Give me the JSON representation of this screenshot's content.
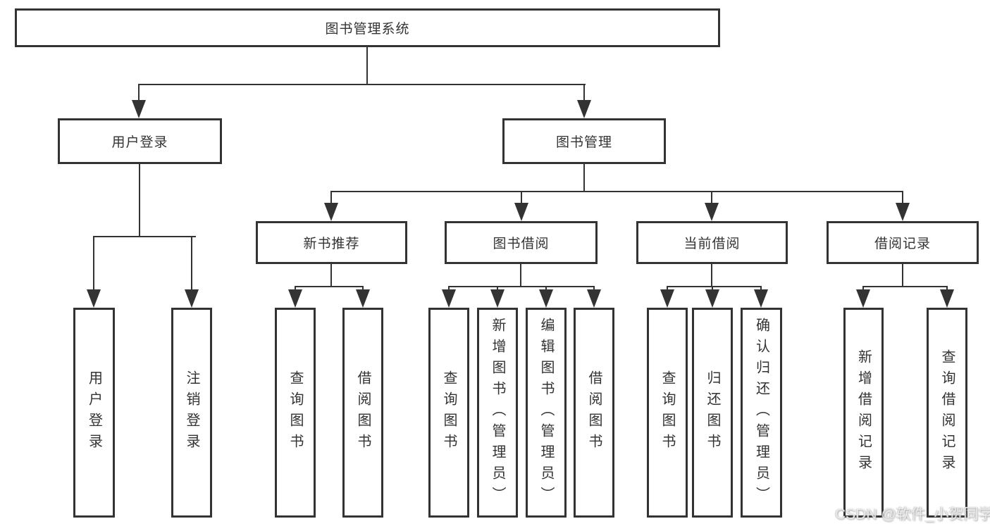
{
  "diagram": {
    "root_label": "图书管理系统",
    "user_login": {
      "label": "用户登录",
      "children": [
        "用户登录",
        "注销登录"
      ]
    },
    "book_mgmt": {
      "label": "图书管理",
      "groups": [
        {
          "label": "新书推荐",
          "children": [
            "查询图书",
            "借阅图书"
          ]
        },
        {
          "label": "图书借阅",
          "children": [
            "查询图书",
            "新增图书（管理员）",
            "编辑图书（管理员）",
            "借阅图书"
          ]
        },
        {
          "label": "当前借阅",
          "children": [
            "查询图书",
            "归还图书",
            "确认归还（管理员）"
          ]
        },
        {
          "label": "借阅记录",
          "children": [
            "新增借阅记录",
            "查询借阅记录"
          ]
        }
      ]
    },
    "watermark": "CSDN @软件_小贺同学",
    "colors": {
      "line": "#333333",
      "text": "#333333",
      "background": "#ffffff",
      "watermark": "#ececec"
    }
  }
}
